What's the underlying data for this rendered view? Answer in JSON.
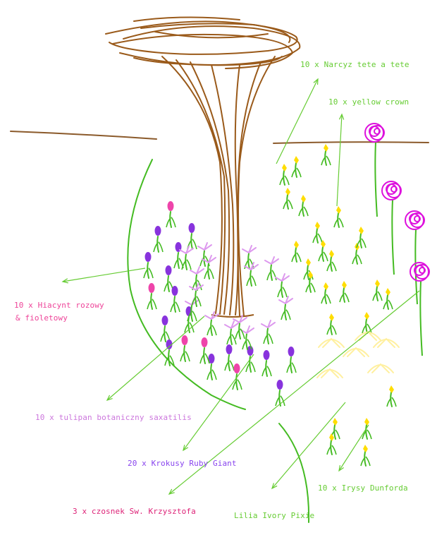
{
  "labels": {
    "narcyz": "10 x Narcyz tete a tete",
    "yellow_crown": "10 x yellow crown",
    "hiacynt_line1": "10 x Hiacynt rozowy",
    "hiacynt_line2": "& fioletowy",
    "tulipan": "10 x tulipan botaniczny saxatilis",
    "krokusy": "20 x Krokusy Ruby Giant",
    "irysy": "10 x Irysy Dunforda",
    "czosnek": "3 x czosnek Sw. Krzysztofa",
    "lilia": "Lilia Ivory Pixie"
  },
  "colors": {
    "tree": "#9a5a1a",
    "ground": "#8b5a2b",
    "stem": "#44bb22",
    "arrow": "#66cc33",
    "narcissus": "#ffdd00",
    "hyacinth_pink": "#ee44aa",
    "hyacinth_violet": "#8833dd",
    "tulip": "#dd99ee",
    "allium": "#dd11dd",
    "lily": "#fff0a0"
  }
}
